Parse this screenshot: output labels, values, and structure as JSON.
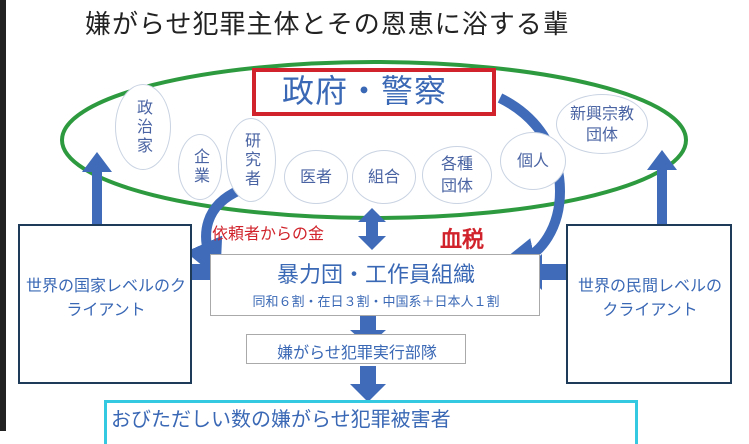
{
  "title": "嫌がらせ犯罪主体とその恩恵に浴する輩",
  "government": "政府・警察",
  "members": [
    "政治家",
    "企業",
    "研究者",
    "医者",
    "組合",
    "各種団体",
    "個人",
    "新興宗教団体"
  ],
  "money_from_requesters": "依頼者からの金",
  "blood_tax": "血税",
  "client_national": "世界の国家レベルのクライアント",
  "client_private": "世界の民間レベルのクライアント",
  "gang": {
    "title": "暴力団・工作員組織",
    "composition": "同和６割・在日３割・中国系＋日本人１割"
  },
  "execution_unit": "嫌がらせ犯罪実行部隊",
  "victims": "おびただしい数の嫌がらせ犯罪被害者",
  "colors": {
    "ellipse_green": "#2e9a3f",
    "gov_red": "#d0232b",
    "arrow_blue": "#3f6bb8",
    "text_blue": "#3a68b5",
    "victim_cyan": "#34c9e0",
    "box_dark": "#1f3b5a"
  }
}
